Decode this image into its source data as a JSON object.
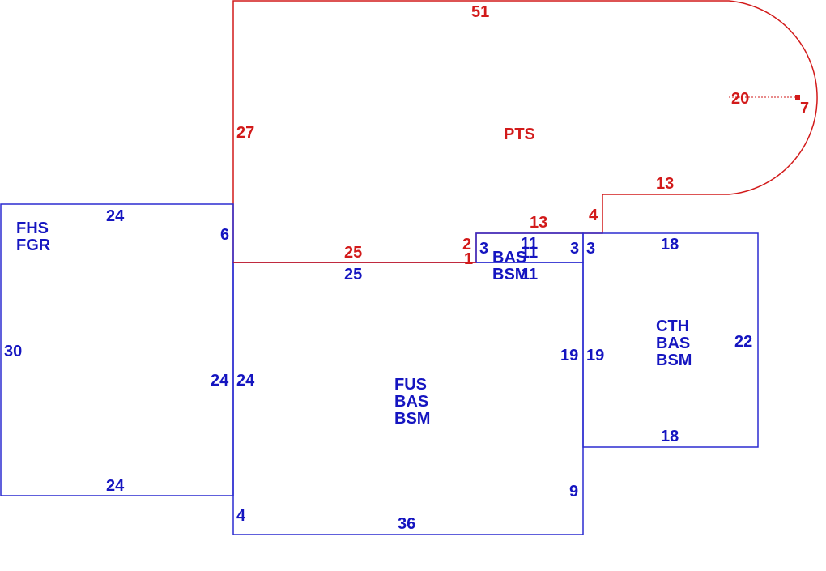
{
  "colors": {
    "blue": "#1515c0",
    "red": "#d21a1a"
  },
  "areas": {
    "pts": {
      "lines": [
        "PTS"
      ]
    },
    "fhs": {
      "lines": [
        "FHS",
        "FGR"
      ]
    },
    "fus": {
      "lines": [
        "FUS",
        "BAS",
        "BSM"
      ]
    },
    "cth": {
      "lines": [
        "CTH",
        "BAS",
        "BSM"
      ]
    },
    "bas_small": {
      "lines": [
        "BAS",
        "BSM"
      ]
    }
  },
  "dimensions": {
    "pts_top": "51",
    "pts_left": "27",
    "pts_radius": "20",
    "pts_arc_right": "7",
    "pts_lower_right": "13",
    "pts_step_vertical": "4",
    "pts_step_top": "13",
    "pts_bottom": "25",
    "pts_notch_2": "2",
    "pts_notch_1": "1",
    "fhs_top": "24",
    "fhs_right": "6",
    "fhs_left": "30",
    "fhs_right_lower": "24",
    "fhs_bottom": "24",
    "fus_top": "25",
    "fus_left": "24",
    "fus_right": "19",
    "fus_right_lower": "9",
    "fus_bottom_left": "4",
    "fus_bottom": "36",
    "small_left": "3",
    "small_top": "11",
    "small_mid": "11",
    "small_bottom": "11",
    "small_right": "3",
    "cth_left_top": "3",
    "cth_top": "18",
    "cth_left": "19",
    "cth_right": "22",
    "cth_bottom": "18"
  }
}
